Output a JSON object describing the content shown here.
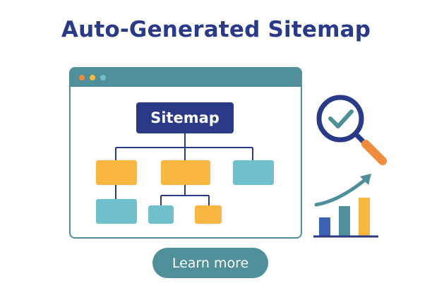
{
  "page": {
    "title": "Auto-Generated Sitemap"
  },
  "window": {
    "heading": "Sitemap",
    "traffic_lights": [
      "#f08a3c",
      "#f6b640",
      "#6fc0cc"
    ]
  },
  "cta": {
    "label": "Learn more"
  },
  "colors": {
    "navy": "#2b3a86",
    "teal": "#4e8f99",
    "orange": "#f6b640",
    "light_teal": "#6fc0cc",
    "accent_orange": "#f08a3c"
  },
  "icons": {
    "magnifier": "magnifier-check-icon",
    "growth": "growth-chart-icon"
  }
}
